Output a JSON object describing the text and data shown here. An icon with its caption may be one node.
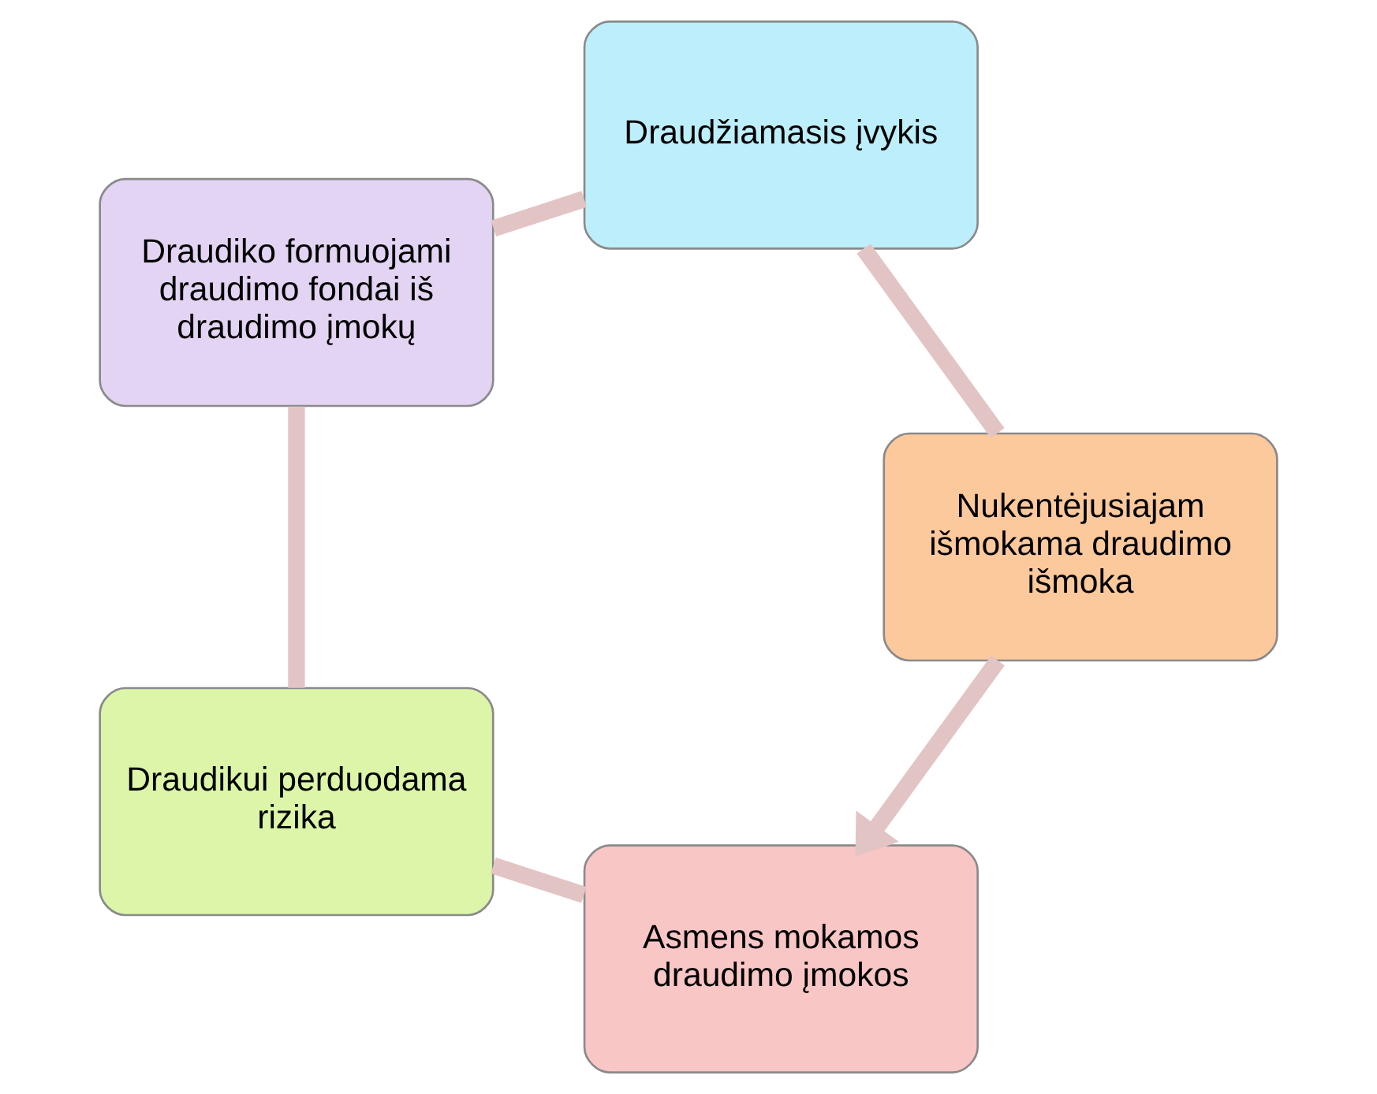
{
  "diagram": {
    "nodes": [
      {
        "text": [
          "Asmens mokamos draudimo įmokos"
        ]
      },
      {
        "text": [
          "Draudikui perduodama rizika"
        ]
      },
      {
        "text": [
          "Draudiko formuojami draudimo fondai iš draudimo įmokų"
        ]
      },
      {
        "text": [
          "Draudžiamasis įvykis"
        ]
      },
      {
        "text": [
          "Nukentėjusiajam išmokama draudimo išmoka"
        ]
      }
    ],
    "edges": [
      {
        "from": 0,
        "to": 1,
        "arrow": "none"
      },
      {
        "from": 1,
        "to": 2,
        "arrow": "none"
      },
      {
        "from": 2,
        "to": 3,
        "arrow": "none"
      },
      {
        "from": 3,
        "to": 4,
        "arrow": "none"
      },
      {
        "from": 4,
        "to": 0,
        "arrow": "to"
      }
    ]
  }
}
